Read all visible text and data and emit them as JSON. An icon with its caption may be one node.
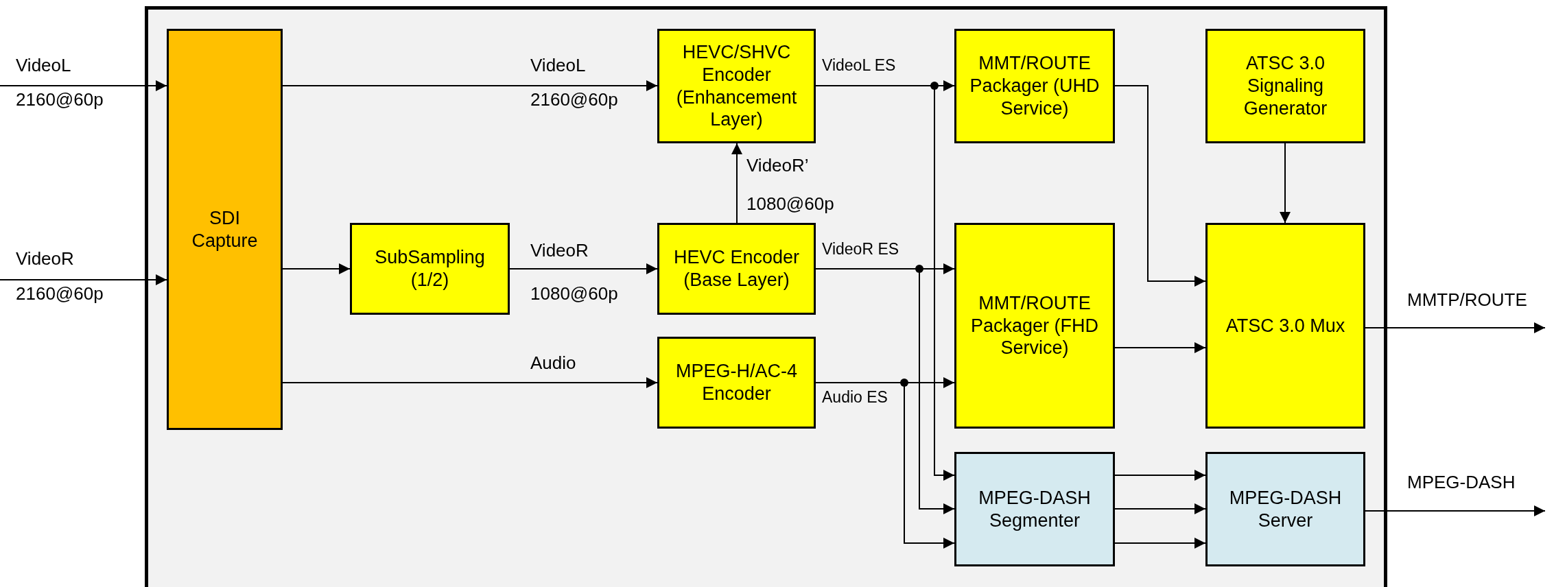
{
  "diagram": {
    "nodes": [
      {
        "text": [],
        "shape": "box"
      },
      {
        "text": [
          "SDI Capture"
        ],
        "in": 0
      },
      {
        "text": [
          "SubSampling (1/2)"
        ],
        "in": 0
      },
      {
        "text": [
          "HEVC/SHVC Encoder (Enhancement Layer)"
        ],
        "in": 0
      },
      {
        "text": [
          "HEVC Encoder (Base Layer)"
        ],
        "in": 0
      },
      {
        "text": [
          "MPEG-H/AC-4 Encoder"
        ],
        "in": 0
      },
      {
        "text": [
          "MMT/ROUTE Packager (UHD Service)"
        ],
        "in": 0
      },
      {
        "text": [
          "MMT/ROUTE Packager (FHD Service)"
        ],
        "in": 0
      },
      {
        "text": [
          "ATSC 3.0 Signaling Generator"
        ],
        "in": 0
      },
      {
        "text": [
          "ATSC 3.0 Mux"
        ],
        "in": 0
      },
      {
        "text": [
          "MPEG-DASH Segmenter"
        ],
        "in": 0
      },
      {
        "text": [
          "MPEG-DASH Server"
        ],
        "in": 0
      }
    ],
    "edges": [
      {
        "from": null,
        "to": 1,
        "arrow": "to",
        "label": "VideoL"
      },
      {
        "from": null,
        "to": 1,
        "arrow": "to",
        "label": "VideoR"
      },
      {
        "from": 1,
        "to": 3,
        "arrow": "to",
        "label": "VideoL"
      },
      {
        "from": 1,
        "to": 2,
        "arrow": "to"
      },
      {
        "from": 2,
        "to": 4,
        "arrow": "to",
        "label": "VideoR"
      },
      {
        "from": 1,
        "to": 5,
        "arrow": "to",
        "label": "Audio"
      },
      {
        "from": 4,
        "to": 3,
        "arrow": "to",
        "label": "VideoR’"
      },
      {
        "from": 3,
        "to": 6,
        "arrow": "to",
        "label": "VideoL ES"
      },
      {
        "from": 3,
        "to": 10,
        "arrow": "to"
      },
      {
        "from": 4,
        "to": 7,
        "arrow": "to",
        "label": "VideoR ES"
      },
      {
        "from": 4,
        "to": 10,
        "arrow": "to"
      },
      {
        "from": 5,
        "to": 7,
        "arrow": "to",
        "label": "Audio ES"
      },
      {
        "from": 5,
        "to": 10,
        "arrow": "to"
      },
      {
        "from": 6,
        "to": 9,
        "arrow": "to"
      },
      {
        "from": 7,
        "to": 9,
        "arrow": "to"
      },
      {
        "from": 8,
        "to": 9,
        "arrow": "to"
      },
      {
        "from": 10,
        "to": 11,
        "arrow": "to"
      },
      {
        "from": 10,
        "to": 11,
        "arrow": "to"
      },
      {
        "from": 10,
        "to": 11,
        "arrow": "to"
      },
      {
        "from": 9,
        "to": null,
        "arrow": "to",
        "label": "MMTP/ROUTE"
      },
      {
        "from": 11,
        "to": null,
        "arrow": "to",
        "label": "MPEG-DASH"
      }
    ],
    "labels": [
      "2160@60p",
      "2160@60p",
      "1080@60p",
      "2160@60p",
      "1080@60p"
    ]
  }
}
